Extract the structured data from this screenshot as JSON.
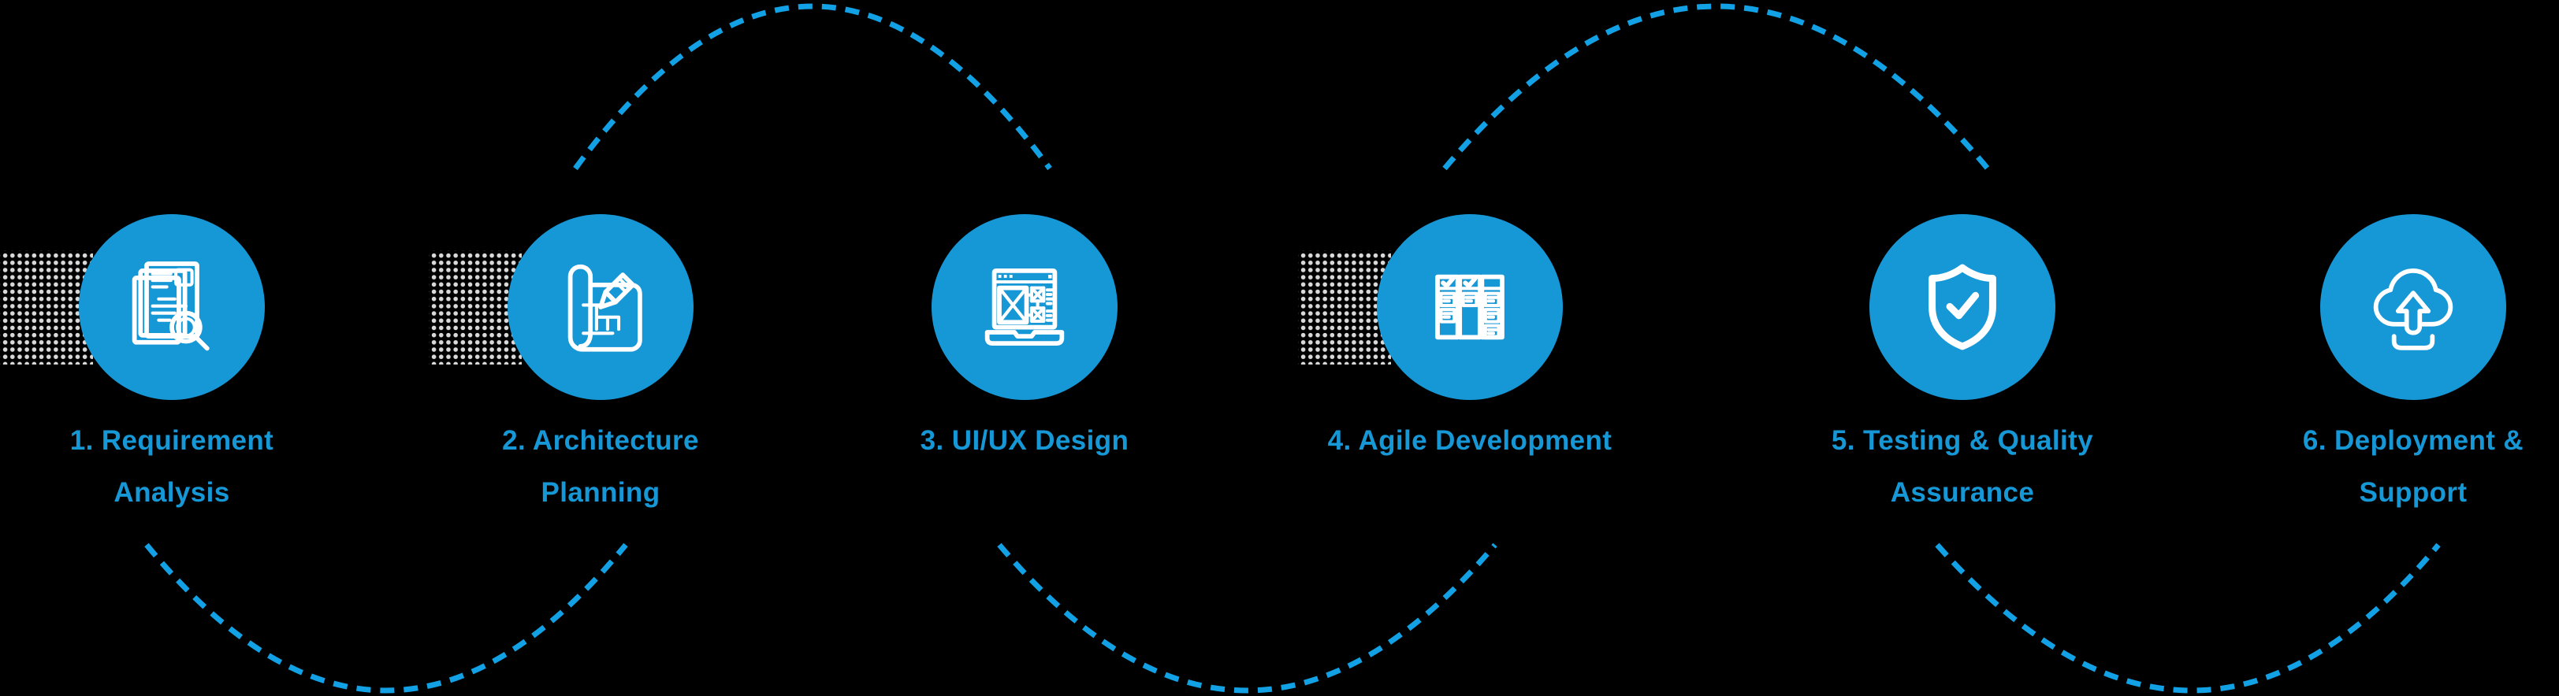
{
  "diagram": {
    "name": "software-development-process-flow",
    "steps": [
      {
        "number": "1",
        "title": "1. Requirement Analysis",
        "lines": [
          "1. Requirement",
          "Analysis"
        ],
        "icon": "document-search-icon",
        "has_dots": true
      },
      {
        "number": "2",
        "title": "2. Architecture Planning",
        "lines": [
          "2. Architecture",
          "Planning"
        ],
        "icon": "blueprint-pencil-icon",
        "has_dots": true
      },
      {
        "number": "3",
        "title": "3. UI/UX Design",
        "lines": [
          "3. UI/UX Design"
        ],
        "icon": "wireframe-laptop-icon",
        "has_dots": false
      },
      {
        "number": "4",
        "title": "4. Agile Development",
        "lines": [
          "4. Agile Development"
        ],
        "icon": "kanban-board-icon",
        "has_dots": true
      },
      {
        "number": "5",
        "title": "5. Testing & Quality Assurance",
        "lines": [
          "5. Testing & Quality",
          "Assurance"
        ],
        "icon": "shield-check-icon",
        "has_dots": false
      },
      {
        "number": "6",
        "title": "6. Deployment & Support",
        "lines": [
          "6. Deployment &",
          "Support"
        ],
        "icon": "cloud-upload-icon",
        "has_dots": false
      }
    ],
    "connectors": [
      {
        "from": "1",
        "to": "2",
        "position": "below"
      },
      {
        "from": "2",
        "to": "3",
        "position": "above"
      },
      {
        "from": "3",
        "to": "4",
        "position": "below"
      },
      {
        "from": "4",
        "to": "5",
        "position": "above"
      },
      {
        "from": "5",
        "to": "6",
        "position": "below"
      }
    ]
  },
  "colors": {
    "accent": "#1697d6",
    "dash": "#12a1e4",
    "dot": "#d9d9d9",
    "stroke": "#ffffff",
    "bg": "#000000"
  }
}
